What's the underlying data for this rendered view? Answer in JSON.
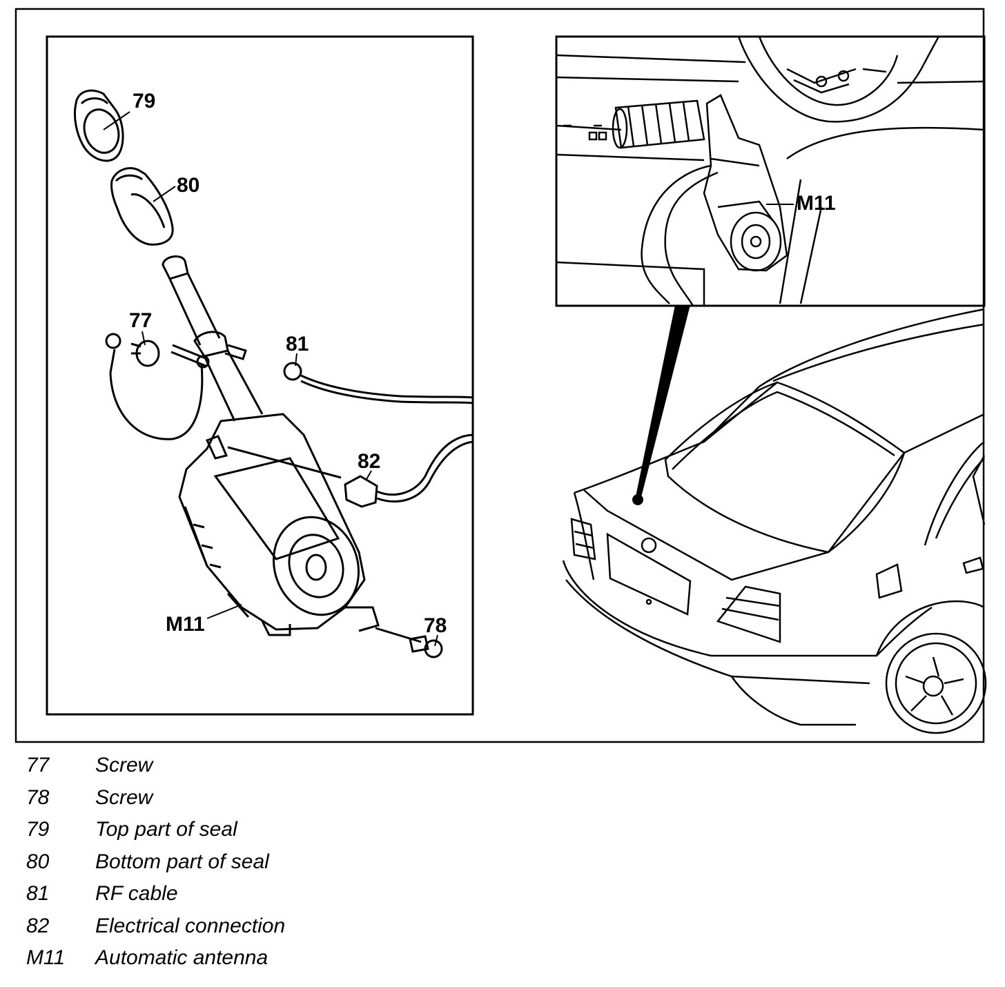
{
  "diagram": {
    "callouts": {
      "c79": "79",
      "c80": "80",
      "c77": "77",
      "c81": "81",
      "c82": "82",
      "cM11": "M11",
      "c78": "78",
      "cM11_inset": "M11"
    }
  },
  "legend": [
    {
      "key": "77",
      "desc": "Screw"
    },
    {
      "key": "78",
      "desc": "Screw"
    },
    {
      "key": "79",
      "desc": "Top part of seal"
    },
    {
      "key": "80",
      "desc": "Bottom part of seal"
    },
    {
      "key": "81",
      "desc": "RF cable"
    },
    {
      "key": "82",
      "desc": "Electrical connection"
    },
    {
      "key": "M11",
      "desc": "Automatic antenna"
    }
  ]
}
